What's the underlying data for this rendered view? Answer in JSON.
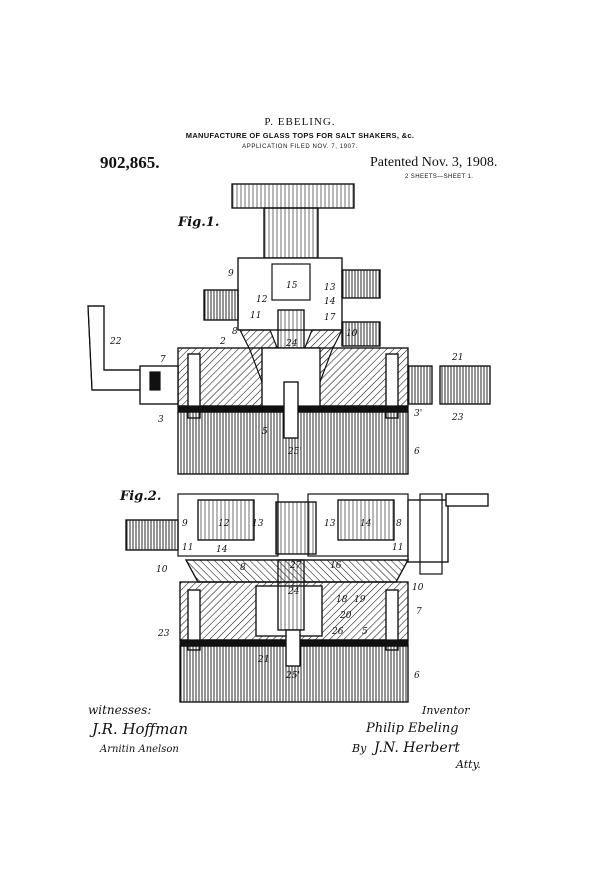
{
  "header": {
    "inventor": "P. EBELING.",
    "title": "MANUFACTURE OF GLASS TOPS FOR SALT SHAKERS, &c.",
    "filed": "APPLICATION FILED NOV. 7, 1907.",
    "patent_number": "902,865.",
    "patent_date": "Patented Nov. 3, 1908.",
    "sheets": "2 SHEETS—SHEET 1."
  },
  "figures": {
    "fig1_label": "Fig.1.",
    "fig2_label": "Fig.2."
  },
  "fig1_refs": [
    "9",
    "15",
    "13",
    "12",
    "11",
    "14",
    "17",
    "8",
    "10",
    "2",
    "24",
    "22",
    "7",
    "21",
    "3",
    "5",
    "3'",
    "23",
    "25'",
    "6"
  ],
  "fig2_refs": [
    "9",
    "12",
    "13",
    "13",
    "14",
    "8",
    "11",
    "14",
    "11",
    "10",
    "8",
    "27",
    "16",
    "10",
    "24",
    "18",
    "19",
    "20",
    "7",
    "23",
    "26",
    "5",
    "21",
    "25'",
    "6"
  ],
  "signatures": {
    "witnesses_label": "witnesses:",
    "witness_1": "J.R. Hoffman",
    "witness_2": "Arnitin Anelson",
    "inventor_label": "Inventor",
    "inventor_signature": "Philip Ebeling",
    "by": "By",
    "attorney_signature": "J.N. Herbert",
    "atty": "Atty."
  }
}
